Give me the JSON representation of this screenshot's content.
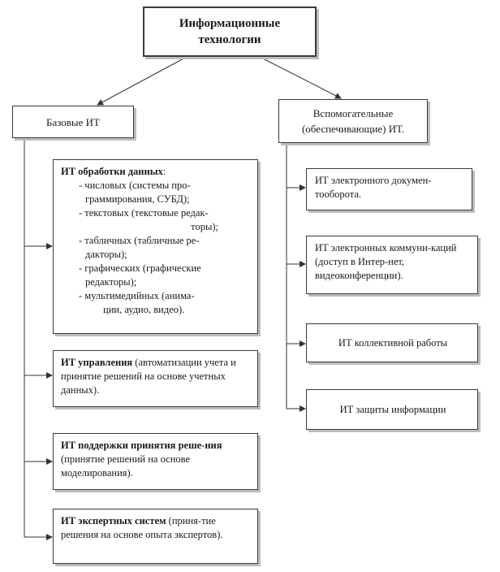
{
  "root": {
    "title_line1": "Информационные",
    "title_line2": "технологии"
  },
  "base": {
    "label": "Базовые ИТ",
    "items": [
      {
        "head": "ИТ обработки данных",
        "tail": ":",
        "subitems": [
          "- числовых (системы про-",
          "граммирования, СУБД);",
          "- текстовых (текстовые редак-",
          "торы);",
          "- табличных (табличные ре-",
          "дакторы);",
          "- графических (графические",
          "редакторы);",
          "- мультимедийных (анима-",
          "ции, аудио, видео)."
        ]
      },
      {
        "head": "ИТ управления",
        "tail": " (автоматизации учета и принятие решений на основе учетных данных)."
      },
      {
        "head": "ИТ поддержки принятия реше-ния",
        "tail": " (принятие решений на основе моделирования)."
      },
      {
        "head": "ИТ экспертных систем",
        "tail": " (приня-тие решения на основе опыта экспертов)."
      }
    ]
  },
  "aux": {
    "label_line1": "Вспомогательные",
    "label_line2": "(обеспечивающие) ИТ.",
    "items": [
      "ИТ электронного докумен-тооборота.",
      "ИТ электронных коммуни-каций (доступ в Интер-нет, видеоконференции).",
      "ИТ коллективной работы",
      "ИТ защиты информации"
    ]
  }
}
